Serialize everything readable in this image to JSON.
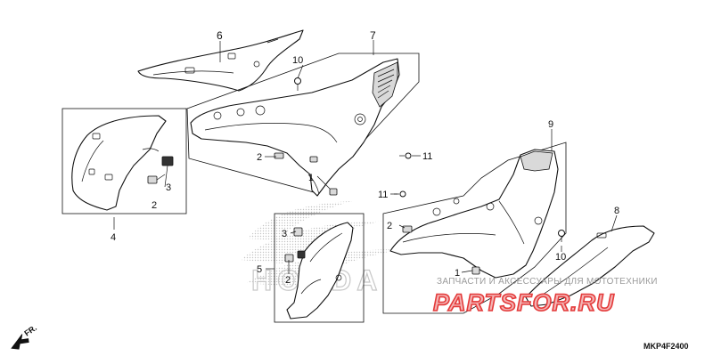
{
  "callouts": {
    "c1a": "1",
    "c1b": "1",
    "c2a": "2",
    "c2b": "2",
    "c2c": "2",
    "c2d": "2",
    "c3a": "3",
    "c3b": "3",
    "c4": "4",
    "c5": "5",
    "c6": "6",
    "c7": "7",
    "c8": "8",
    "c9": "9",
    "c10a": "10",
    "c10b": "10",
    "c11a": "11",
    "c11b": "11"
  },
  "footer": {
    "direction": "FR.",
    "reference": "MKP4F2400"
  },
  "watermark": {
    "tagline": "ЗАПЧАСТИ И АКСЕССУАРЫ ДЛЯ МОТОТЕХНИКИ",
    "logo": "PARTSFOR.RU",
    "brand": "HONDA"
  },
  "colors": {
    "line": "#111111",
    "watermark_red": "#e43a3a",
    "watermark_gray": "#9a9a9a"
  }
}
